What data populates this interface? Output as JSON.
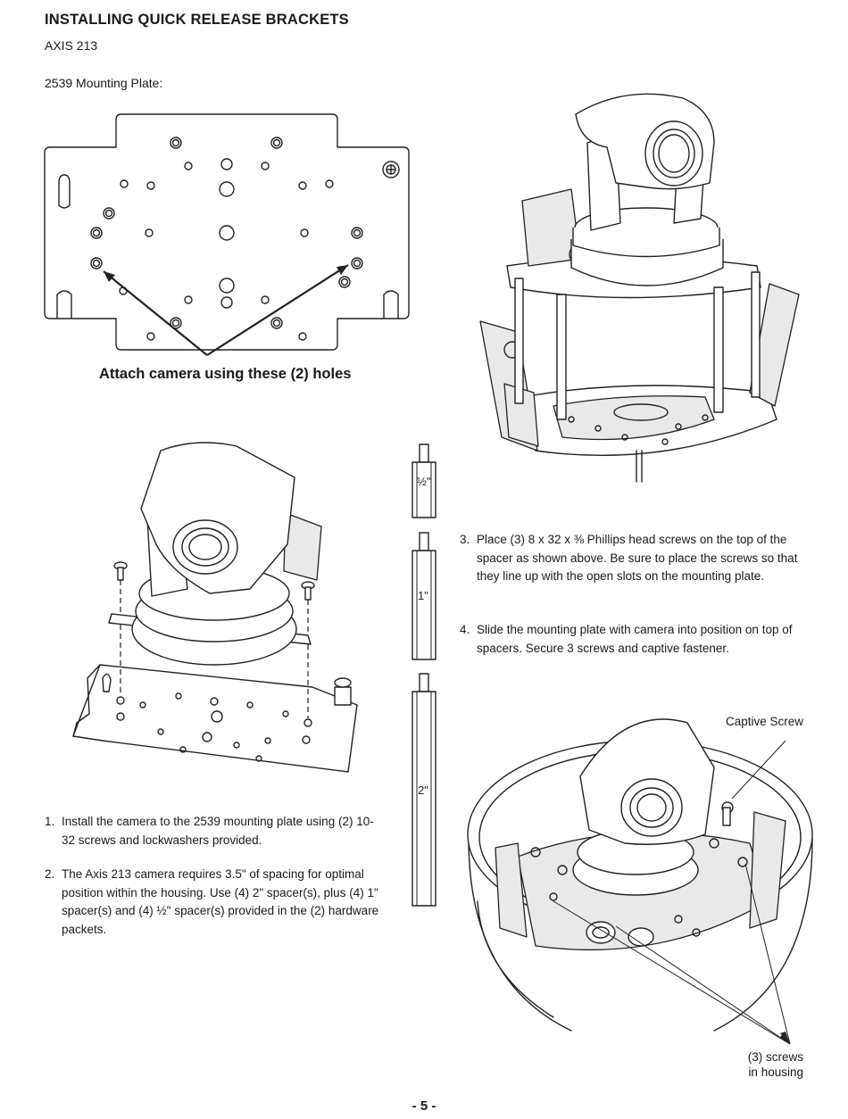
{
  "header": {
    "title": "INSTALLING QUICK RELEASE BRACKETS",
    "model": "AXIS 213",
    "plate_label": "2539 Mounting Plate:"
  },
  "callout": "Attach camera using these (2) holes",
  "spacers": [
    {
      "label": "½\""
    },
    {
      "label": "1\""
    },
    {
      "label": "2\""
    }
  ],
  "steps_left": [
    {
      "num": "1.",
      "text": "Install the camera to the 2539 mounting plate using (2) 10-32 screws and lockwashers provided."
    },
    {
      "num": "2.",
      "text": "The Axis 213 camera requires 3.5\" of spacing for optimal position within the housing. Use (4) 2\" spacer(s), plus (4) 1\" spacer(s) and (4) ½\" spacer(s) provided in the (2) hardware packets."
    }
  ],
  "steps_right": [
    {
      "num": "3.",
      "text": "Place (3) 8 x 32 x ⅜ Phillips head screws on the top of the spacer as shown above. Be sure to place the screws so that they line up with the open slots on the mounting plate."
    },
    {
      "num": "4.",
      "text": "Slide the mounting plate with camera into position on top of spacers. Secure 3 screws and captive fastener."
    }
  ],
  "labels": {
    "captive_screw": "Captive Screw",
    "screws_line1": "(3) screws",
    "screws_line2": "in housing"
  },
  "page_number": "- 5 -"
}
